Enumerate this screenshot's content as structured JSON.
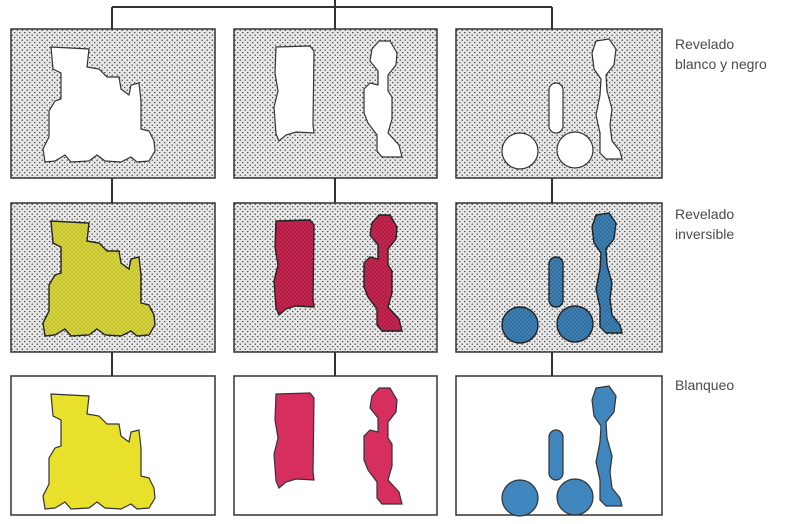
{
  "rows": [
    {
      "label_lines": [
        "Revelado",
        "blanco y negro"
      ],
      "panel_background": "stippled",
      "shape_fill": "white"
    },
    {
      "label_lines": [
        "Revelado",
        "inversible"
      ],
      "panel_background": "stippled",
      "shape_fill": "dye-stippled"
    },
    {
      "label_lines": [
        "Blanqueo"
      ],
      "panel_background": "white",
      "shape_fill": "dye"
    }
  ],
  "columns": [
    {
      "shape": "locomotive",
      "dye_color": "#e8e02a",
      "stipple_dye_color": "#d9d63a"
    },
    {
      "shape": "cab-and-chimney",
      "dye_color": "#d62f5f",
      "stipple_dye_color": "#c4244f"
    },
    {
      "shape": "chimney-and-wheels",
      "dye_color": "#3f86bf",
      "stipple_dye_color": "#3b7fb4"
    }
  ],
  "colors": {
    "stipple_bg": "#e6e6e6",
    "stipple_dot": "#2e2e2e",
    "line": "#333333",
    "label_text": "#4a4a4a"
  }
}
